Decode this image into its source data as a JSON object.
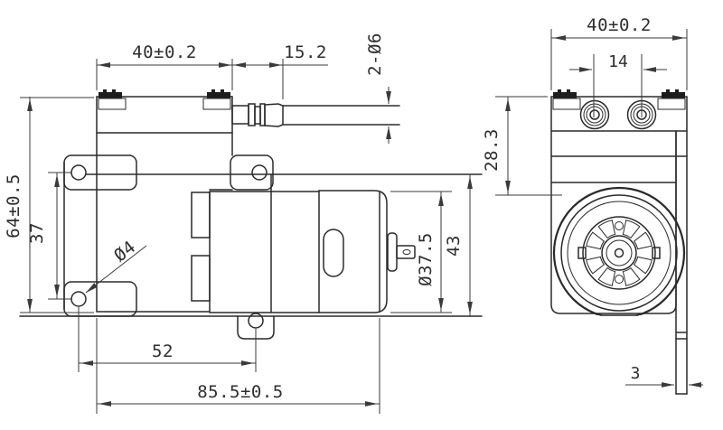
{
  "drawing": {
    "type": "technical-drawing",
    "subject": "diaphragm pump with DC motor, two orthographic views",
    "colors": {
      "line": "#2a2a2a",
      "dimension": "#3a3a3a",
      "background": "#ffffff"
    },
    "front_view": {
      "dimensions": {
        "head_width": "40±0.2",
        "barb_length": "15.2",
        "port_tube": "2-Ø6",
        "overall_height": "64±0.5",
        "mount_hole_spacing": "37",
        "mount_hole_dia": "Ø4",
        "motor_dia": "Ø37.5",
        "bracket_height": "43",
        "hole_offset": "52",
        "overall_length": "85.5±0.5"
      }
    },
    "side_view": {
      "dimensions": {
        "head_width": "40±0.2",
        "port_spacing": "14",
        "head_height": "28.3",
        "plate_thickness": "3"
      }
    }
  }
}
